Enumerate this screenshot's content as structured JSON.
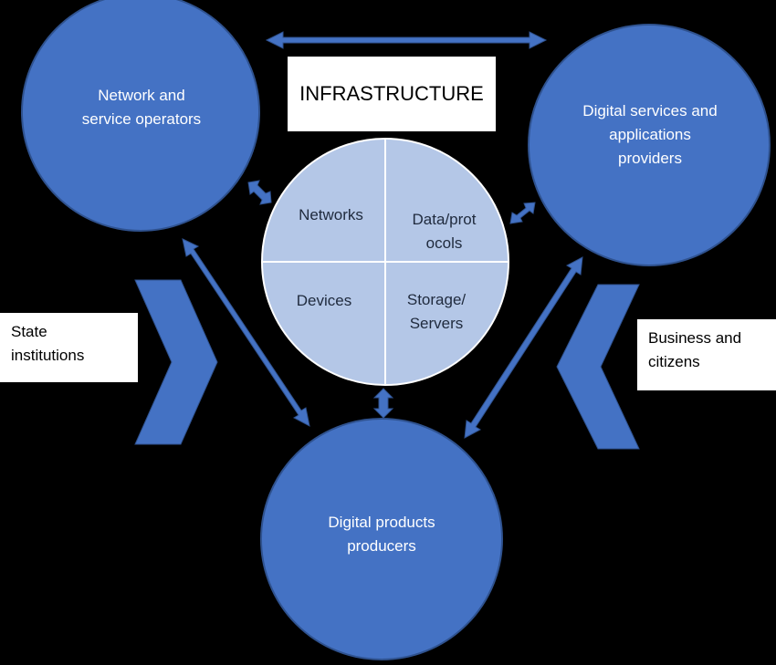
{
  "title": "INFRASTRUCTURE",
  "actors": {
    "network_operators": "Network and\nservice operators",
    "digital_services": "Digital services and\napplications\nproviders",
    "digital_products": "Digital products\nproducers"
  },
  "infrastructure_components": {
    "networks": "Networks",
    "data_protocols": "Data/prot\nocols",
    "devices": "Devices",
    "storage_servers": "Storage/\nServers"
  },
  "external": {
    "state_institutions": "State\ninstitutions",
    "business_citizens": "Business and\ncitizens"
  },
  "colors": {
    "circle": "#4472c4",
    "circle_stroke": "#2f528f",
    "center_fill": "#b4c7e7",
    "arrow": "#4472c4",
    "background": "#000000"
  }
}
